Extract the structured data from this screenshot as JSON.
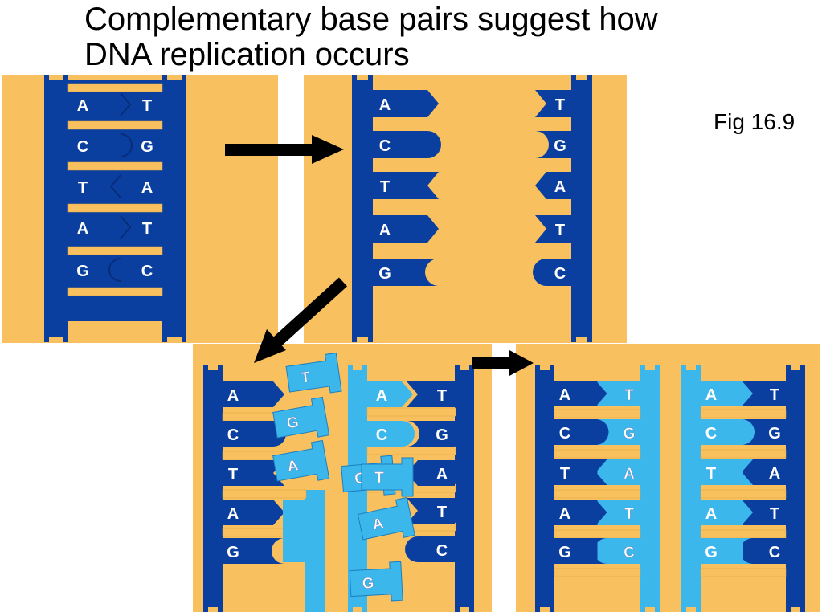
{
  "title_lines": [
    "Complementary base pairs suggest how",
    "DNA replication occurs"
  ],
  "figure_label": "Fig 16.9",
  "colors": {
    "background": "#f8c05e",
    "parent_strand": "#0a3fa0",
    "new_strand": "#3cb7ec",
    "arrow": "#000000"
  },
  "panel1": {
    "left_bases": [
      "A",
      "C",
      "T",
      "A",
      "G"
    ],
    "right_bases": [
      "T",
      "G",
      "A",
      "T",
      "C"
    ]
  },
  "panel2": {
    "left_bases": [
      "A",
      "C",
      "T",
      "A",
      "G"
    ],
    "right_bases": [
      "T",
      "G",
      "A",
      "T",
      "C"
    ]
  },
  "panel3": {
    "left_bases": [
      "A",
      "C",
      "T",
      "A",
      "G"
    ],
    "right_bases": [
      "T",
      "G",
      "A",
      "T",
      "C"
    ],
    "left_new": [
      "T",
      "G",
      "A",
      "T"
    ],
    "right_new": [
      "A",
      "C",
      "C",
      "A",
      "G"
    ]
  },
  "panel4": {
    "left_old": [
      "A",
      "C",
      "T",
      "A",
      "G"
    ],
    "left_new": [
      "T",
      "G",
      "A",
      "T",
      "C"
    ],
    "right_new": [
      "A",
      "C",
      "T",
      "A",
      "G"
    ],
    "right_old": [
      "T",
      "G",
      "A",
      "T",
      "C"
    ]
  }
}
